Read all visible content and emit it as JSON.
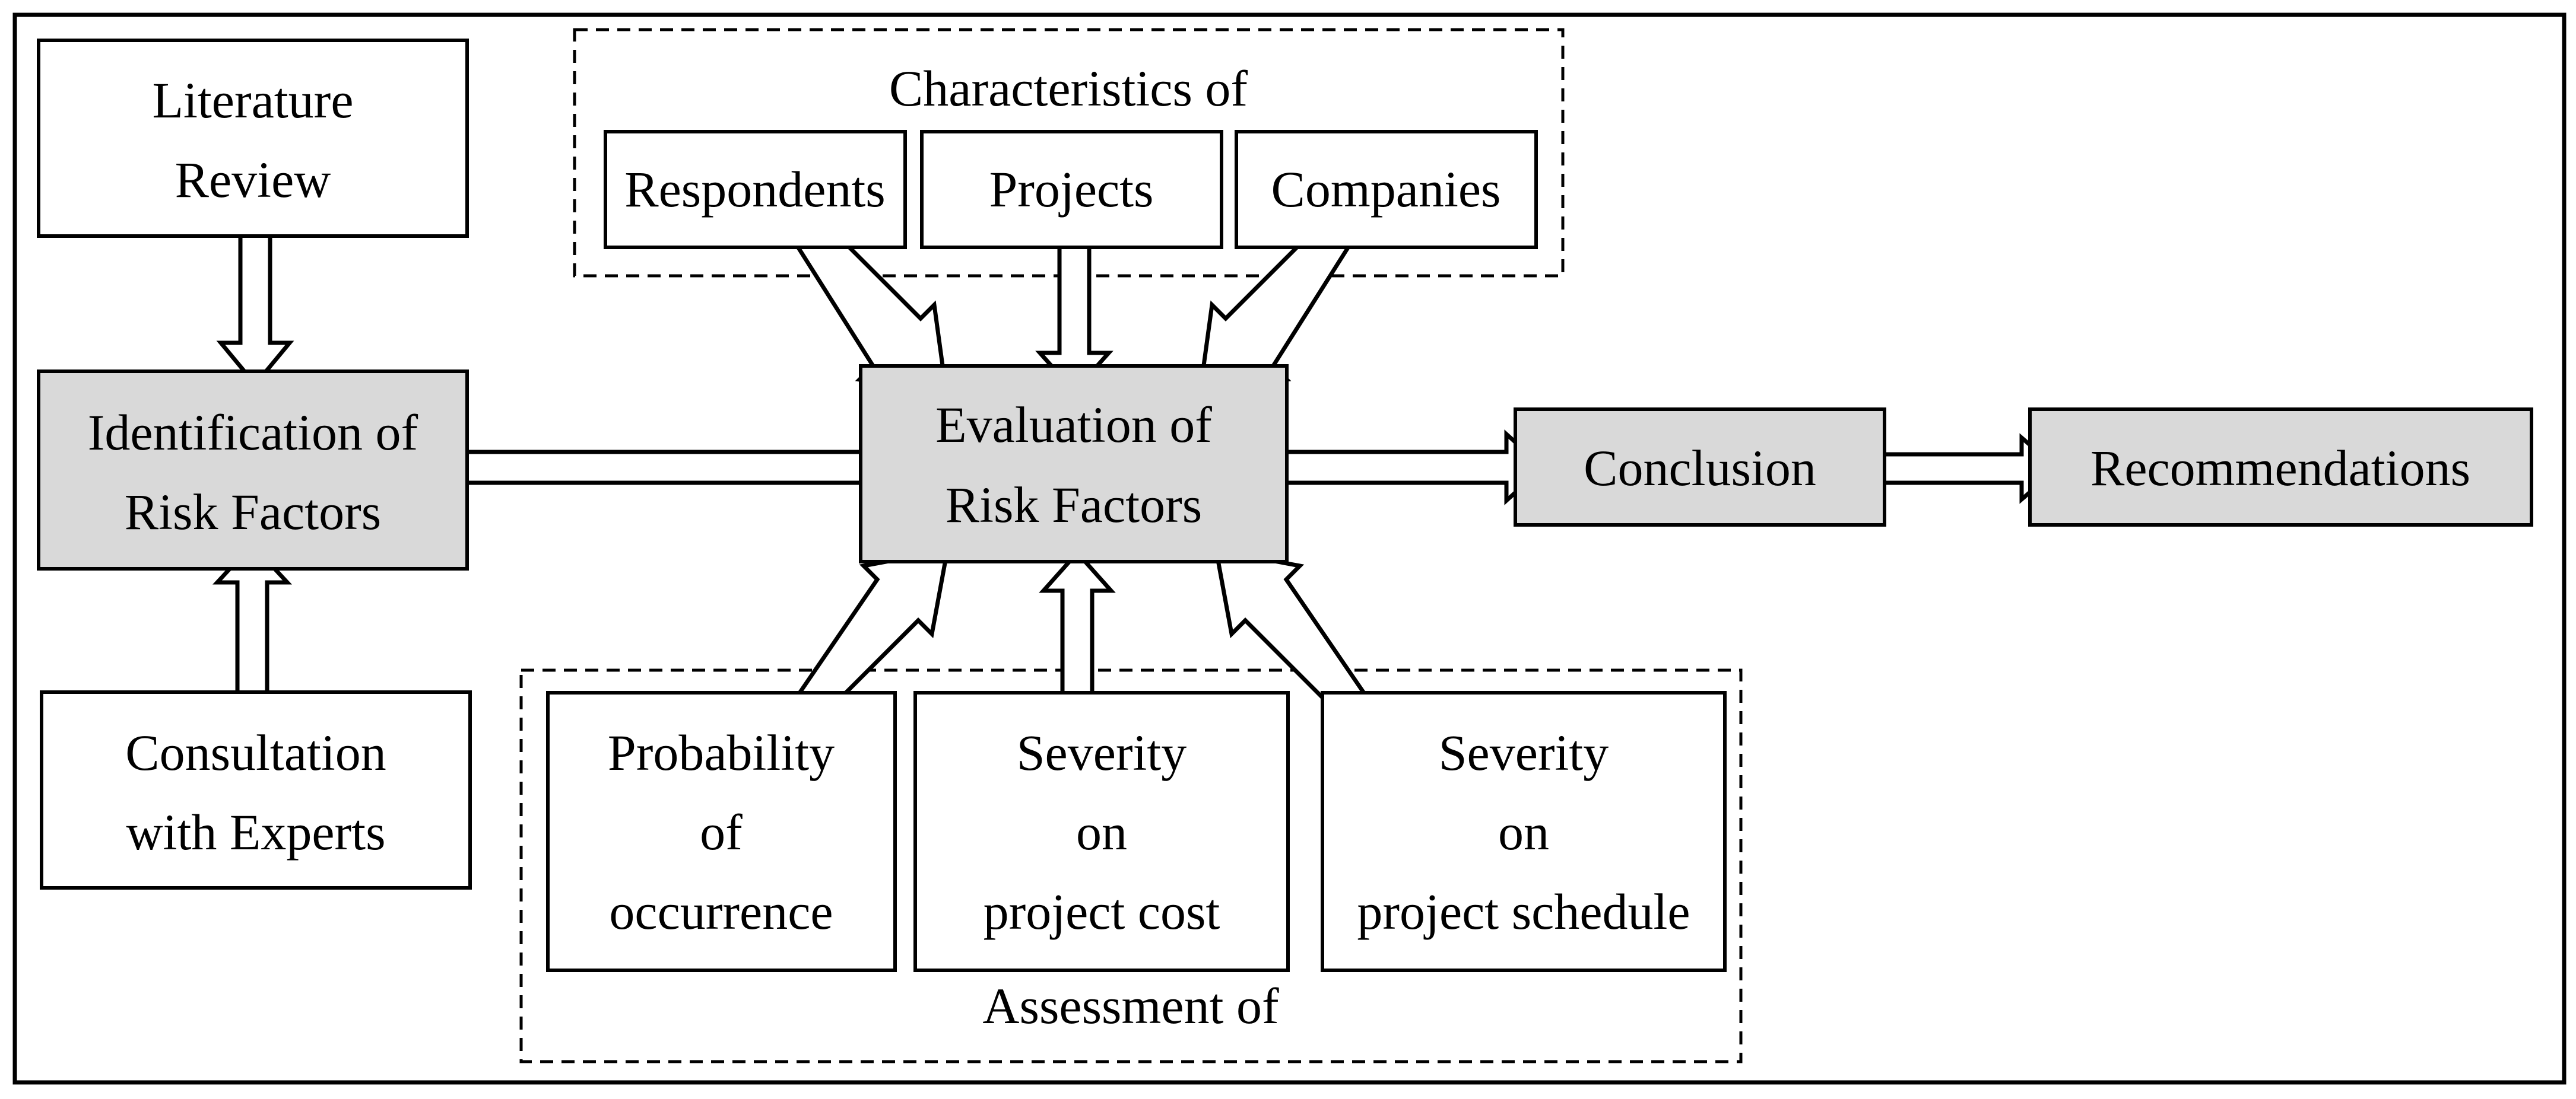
{
  "colors": {
    "primary_box_fill": "#d9d9d9",
    "secondary_box_fill": "#ffffff",
    "stroke": "#000000"
  },
  "inputs": {
    "literature_review": [
      "Literature",
      "Review"
    ],
    "consultation": [
      "Consultation",
      "with Experts"
    ]
  },
  "identification": [
    "Identification of",
    "Risk Factors"
  ],
  "characteristics": {
    "group_label": "Characteristics of",
    "items": [
      "Respondents",
      "Projects",
      "Companies"
    ]
  },
  "evaluation": [
    "Evaluation of",
    "Risk Factors"
  ],
  "assessment": {
    "group_label": "Assessment of",
    "items": [
      [
        "Probability",
        "of",
        "occurrence"
      ],
      [
        "Severity",
        "on",
        "project cost"
      ],
      [
        "Severity",
        "on",
        "project schedule"
      ]
    ]
  },
  "conclusion": "Conclusion",
  "recommendations": "Recommendations"
}
